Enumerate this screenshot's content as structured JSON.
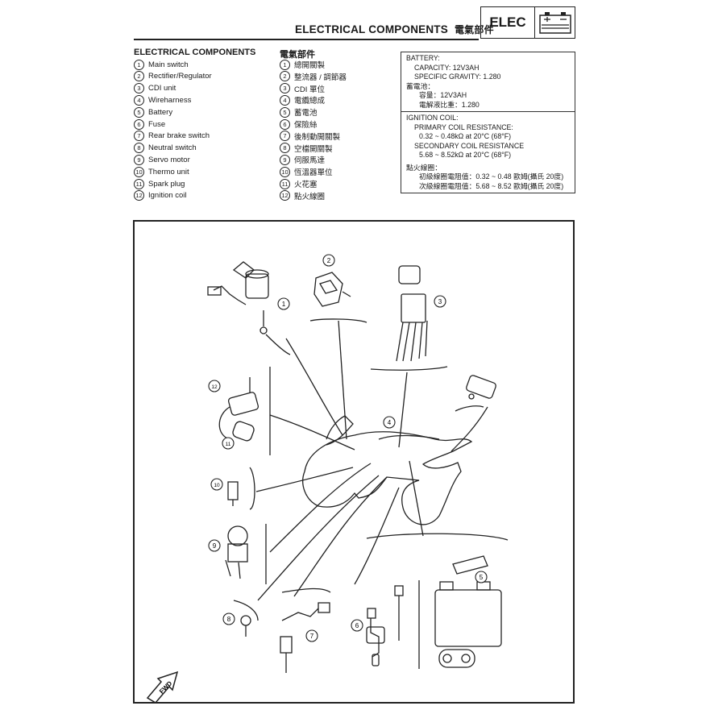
{
  "header": {
    "title": "ELECTRICAL COMPONENTS",
    "title_cjk": "電氣部件",
    "section_tag": "ELEC",
    "section_icon": "battery-icon"
  },
  "components_en": {
    "heading": "ELECTRICAL COMPONENTS",
    "items": [
      {
        "num": "1",
        "label": "Main switch"
      },
      {
        "num": "2",
        "label": "Rectifier/Regulator"
      },
      {
        "num": "3",
        "label": "CDI unit"
      },
      {
        "num": "4",
        "label": "Wireharness"
      },
      {
        "num": "5",
        "label": "Battery"
      },
      {
        "num": "6",
        "label": "Fuse"
      },
      {
        "num": "7",
        "label": "Rear brake switch"
      },
      {
        "num": "8",
        "label": "Neutral switch"
      },
      {
        "num": "9",
        "label": "Servo motor"
      },
      {
        "num": "10",
        "label": "Thermo unit"
      },
      {
        "num": "11",
        "label": "Spark plug"
      },
      {
        "num": "12",
        "label": "Ignition coil"
      }
    ]
  },
  "components_cjk": {
    "heading": "電氣部件",
    "items": [
      {
        "num": "1",
        "label": "總開關製"
      },
      {
        "num": "2",
        "label": "整流器 / 調節器"
      },
      {
        "num": "3",
        "label": "CDI 單位"
      },
      {
        "num": "4",
        "label": "電纜總成"
      },
      {
        "num": "5",
        "label": "蓄電池"
      },
      {
        "num": "6",
        "label": "保險絲"
      },
      {
        "num": "7",
        "label": "後制動開關製"
      },
      {
        "num": "8",
        "label": "空檔開關製"
      },
      {
        "num": "9",
        "label": "伺服馬達"
      },
      {
        "num": "10",
        "label": "恆溫器單位"
      },
      {
        "num": "11",
        "label": "火花塞"
      },
      {
        "num": "12",
        "label": "點火線圈"
      }
    ]
  },
  "specs": {
    "battery": {
      "title": "BATTERY:",
      "capacity": "CAPACITY: 12V3AH",
      "gravity": "SPECIFIC GRAVITY: 1.280",
      "title_cjk": "蓄電池：",
      "capacity_cjk": "容量：12V3AH",
      "gravity_cjk": "電解液比重：1.280"
    },
    "ignition": {
      "title": "IGNITION COIL:",
      "primary_label": "PRIMARY COIL RESISTANCE:",
      "primary_value": "0.32 ~ 0.48kΩ at 20°C (68°F)",
      "secondary_label": "SECONDARY COIL RESISTANCE",
      "secondary_value": "5.68 ~ 8.52kΩ at 20°C (68°F)",
      "title_cjk": "點火線圈：",
      "primary_cjk": "初級線圈電阻值：0.32 ~ 0.48 歐姆(攝氏 20度)",
      "secondary_cjk": "次級線圈電阻值：5.68 ~ 8.52 歐姆(攝氏 20度)"
    }
  },
  "diagram": {
    "callouts": [
      "1",
      "2",
      "3",
      "4",
      "5",
      "6",
      "7",
      "8",
      "9",
      "10",
      "11",
      "12"
    ],
    "fwd_label": "FWD"
  }
}
